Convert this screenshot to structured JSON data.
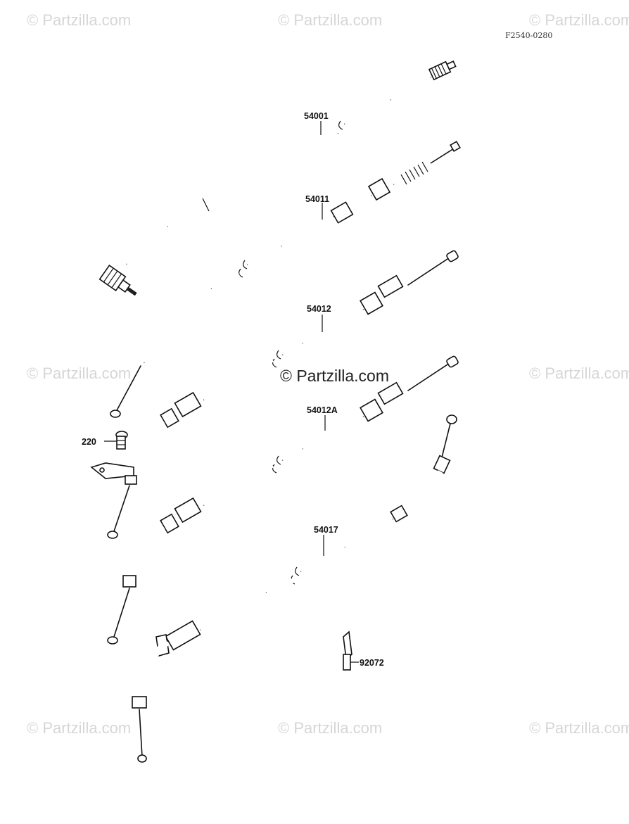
{
  "watermarks": {
    "tl": "© Partzilla.com",
    "tc": "© Partzilla.com",
    "tr": "© Partzilla.com",
    "ml": "© Partzilla.com",
    "mr": "© Partzilla.com",
    "bl": "© Partzilla.com",
    "bc": "© Partzilla.com",
    "br": "© Partzilla.com",
    "center": "© Partzilla.com"
  },
  "diagram_code": "F2540-0280",
  "parts": [
    {
      "id": "speedometer-cable",
      "number": "54001"
    },
    {
      "id": "clutch-cable",
      "number": "54011"
    },
    {
      "id": "throttle-cable-1",
      "number": "54012"
    },
    {
      "id": "throttle-cable-2",
      "number": "54012A"
    },
    {
      "id": "choke-cable",
      "number": "54017"
    },
    {
      "id": "bolt",
      "number": "220"
    },
    {
      "id": "clamp",
      "number": "92072"
    }
  ]
}
